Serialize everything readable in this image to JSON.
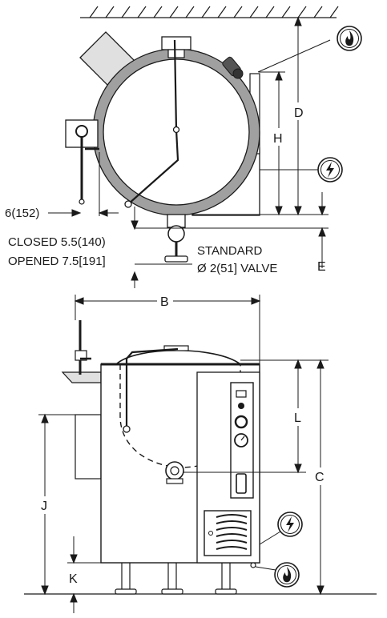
{
  "top_view": {
    "closed_label": "CLOSED 5.5(140)",
    "opened_label": "OPENED 7.5[191]",
    "handle_dim": "6(152)",
    "valve_line1": "STANDARD",
    "valve_line2": "Ø 2(51] VALVE",
    "dim_D": "D",
    "dim_H": "H",
    "dim_E": "E"
  },
  "front_view": {
    "dim_B": "B",
    "dim_L": "L",
    "dim_C": "C",
    "dim_J": "J",
    "dim_K": "K"
  },
  "icons": [
    "gas-flame-icon",
    "electric-bolt-icon"
  ],
  "colors": {
    "line": "#1a1a1a",
    "fill_light": "#e8e8e8",
    "fill_dark": "#8a8a8a"
  }
}
